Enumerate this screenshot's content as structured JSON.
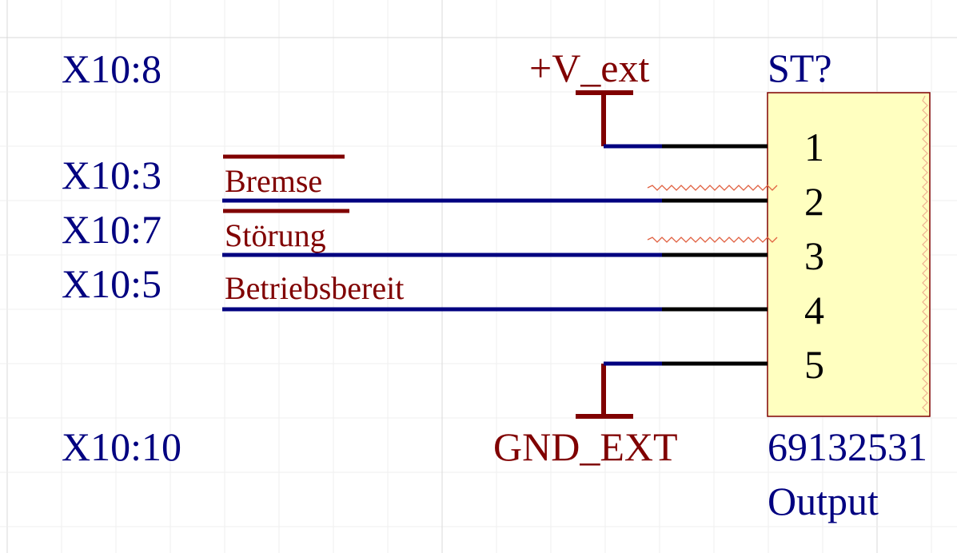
{
  "colors": {
    "background": "#ffffff",
    "grid": "#e3e3e3",
    "wire": "#000080",
    "pin": "#000000",
    "power": "#800000",
    "label_blue": "#000080",
    "label_red": "#800000",
    "component_fill": "#ffffc0",
    "component_border": "#800000",
    "error_squiggle": "#e06040"
  },
  "connector_labels": {
    "x10_8": "X10:8",
    "x10_3": "X10:3",
    "x10_7": "X10:7",
    "x10_5": "X10:5",
    "x10_10": "X10:10"
  },
  "power": {
    "vext": "+V_ext",
    "gnd": "GND_EXT"
  },
  "nets": {
    "bremse": "Bremse",
    "stoerung": "Störung",
    "betriebsbereit": "Betriebsbereit"
  },
  "component": {
    "designator": "ST?",
    "part_number": "69132531",
    "comment": "Output",
    "pins": [
      "1",
      "2",
      "3",
      "4",
      "5"
    ]
  }
}
